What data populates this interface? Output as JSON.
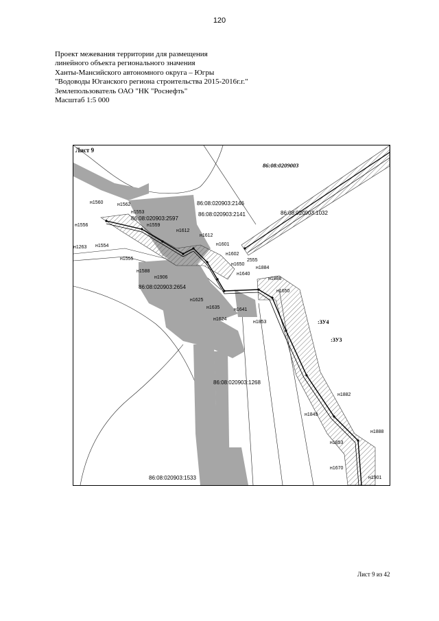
{
  "page_number": "120",
  "header": {
    "line1": "Проект межевания территории для размещения",
    "line2": "линейного объекта регионального значения",
    "line3": "Ханты-Мансийского автономного округа – Югры",
    "line4": "\"Водоводы Юганского региона строительства 2015-2016г.г.\"",
    "line5": "Землепользователь ОАО \"НК \"Роснефть\"",
    "line6": "Масштаб 1:5 000"
  },
  "map": {
    "sheet_label": "Лист 9",
    "quarter_label": "86:08:0209003",
    "zone_labels": [
      ":ЗУ4",
      ":ЗУ3"
    ],
    "parcel_labels": [
      "86:08:020903:2146",
      "86:08:020903:2141",
      "86:08:020903:1032",
      "86:08:020903:2597",
      "86:08:020903:2654",
      "86:08:020903:1268",
      "86:08:020903:1533"
    ],
    "point_labels": [
      "н1560",
      "н1562",
      "н1553",
      "н1556",
      "н1559",
      "н1263",
      "н1554",
      "н1555",
      "н1612",
      "н1612",
      "н1602",
      "н1601",
      "н1588",
      "н1906",
      "н1650",
      "н1884",
      "н1886",
      "н1640",
      "н1650",
      "н1625",
      "н1635",
      "н1641",
      "н1624",
      "н1853",
      "н1882",
      "н1849",
      "н1888",
      "н1853",
      "н1670",
      "н1901",
      "2555"
    ],
    "colors": {
      "existing_structures": "#a6a6a6",
      "hatch": "#555555",
      "lines": "#000000"
    }
  },
  "footer": "Лист 9 из 42"
}
